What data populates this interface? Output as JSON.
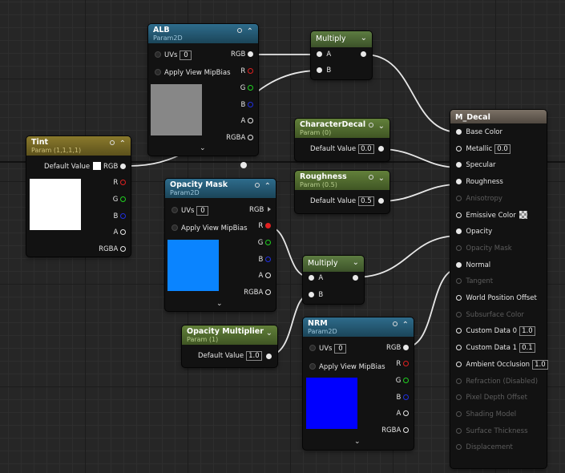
{
  "nodes": {
    "alb": {
      "title": "ALB",
      "subtitle": "Param2D",
      "uvs_label": "UVs",
      "uvs_value": "0",
      "mipbias_label": "Apply View MipBias",
      "outputs": [
        "RGB",
        "R",
        "G",
        "B",
        "A",
        "RGBA"
      ],
      "preview_color": "#878787"
    },
    "tint": {
      "title": "Tint",
      "subtitle": "Param (1,1,1,1)",
      "default_label": "Default Value",
      "outputs": [
        "RGB",
        "R",
        "G",
        "B",
        "A",
        "RGBA"
      ],
      "preview_color": "#ffffff"
    },
    "multiply_top": {
      "title": "Multiply",
      "inputs": [
        "A",
        "B"
      ]
    },
    "character_decal": {
      "title": "CharacterDecal",
      "subtitle": "Param (0)",
      "default_label": "Default Value",
      "default_value": "0.0"
    },
    "roughness": {
      "title": "Roughness",
      "subtitle": "Param (0.5)",
      "default_label": "Default Value",
      "default_value": "0.5"
    },
    "opacity_mask": {
      "title": "Opacity Mask",
      "subtitle": "Param2D",
      "uvs_label": "UVs",
      "uvs_value": "0",
      "mipbias_label": "Apply View MipBias",
      "outputs": [
        "RGB",
        "R",
        "G",
        "B",
        "A",
        "RGBA"
      ],
      "preview_color": "#0a84ff"
    },
    "multiply_bottom": {
      "title": "Multiply",
      "inputs": [
        "A",
        "B"
      ]
    },
    "opacity_multiplier": {
      "title": "Opacity Multiplier",
      "subtitle": "Param (1)",
      "default_label": "Default Value",
      "default_value": "1.0"
    },
    "nrm": {
      "title": "NRM",
      "subtitle": "Param2D",
      "uvs_label": "UVs",
      "uvs_value": "0",
      "mipbias_label": "Apply View MipBias",
      "outputs": [
        "RGB",
        "R",
        "G",
        "B",
        "A",
        "RGBA"
      ],
      "preview_color": "#0000ff"
    },
    "material": {
      "title": "M_Decal",
      "inputs": [
        {
          "label": "Base Color",
          "active": true
        },
        {
          "label": "Metallic",
          "active": true,
          "value": "0.0"
        },
        {
          "label": "Specular",
          "active": true
        },
        {
          "label": "Roughness",
          "active": true
        },
        {
          "label": "Anisotropy",
          "active": false
        },
        {
          "label": "Emissive Color",
          "active": true,
          "checker": true
        },
        {
          "label": "Opacity",
          "active": true
        },
        {
          "label": "Opacity Mask",
          "active": false
        },
        {
          "label": "Normal",
          "active": true
        },
        {
          "label": "Tangent",
          "active": false
        },
        {
          "label": "World Position Offset",
          "active": true
        },
        {
          "label": "Subsurface Color",
          "active": false
        },
        {
          "label": "Custom Data 0",
          "active": true,
          "value": "1.0"
        },
        {
          "label": "Custom Data 1",
          "active": true,
          "value": "0.1"
        },
        {
          "label": "Ambient Occlusion",
          "active": true,
          "value": "1.0"
        },
        {
          "label": "Refraction (Disabled)",
          "active": false
        },
        {
          "label": "Pixel Depth Offset",
          "active": false
        },
        {
          "label": "Shading Model",
          "active": false
        },
        {
          "label": "Surface Thickness",
          "active": false
        },
        {
          "label": "Displacement",
          "active": false
        }
      ]
    }
  }
}
